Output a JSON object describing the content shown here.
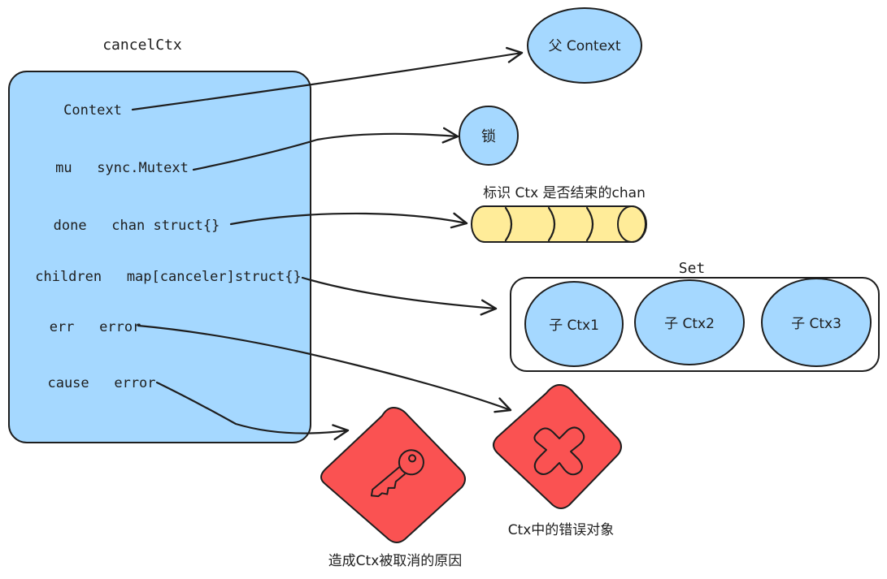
{
  "struct": {
    "title": "cancelCtx",
    "fields": [
      "Context",
      "mu   sync.Mutext",
      "done   chan struct{}",
      "children   map[canceler]struct{}",
      "err   error",
      "cause   error"
    ]
  },
  "targets": {
    "parent": "父 Context",
    "lock": "锁",
    "chan_label": "标识 Ctx 是否结束的chan",
    "set_label": "Set",
    "children": [
      "子 Ctx1",
      "子 Ctx2",
      "子 Ctx3"
    ],
    "err_label": "Ctx中的错误对象",
    "cause_label": "造成Ctx被取消的原因"
  },
  "colors": {
    "blue": "#a5d8ff",
    "yellow": "#ffec99",
    "red": "#fa5252",
    "stroke": "#1e1e1e"
  },
  "icons": {
    "err": "x-icon",
    "cause": "key-icon"
  }
}
